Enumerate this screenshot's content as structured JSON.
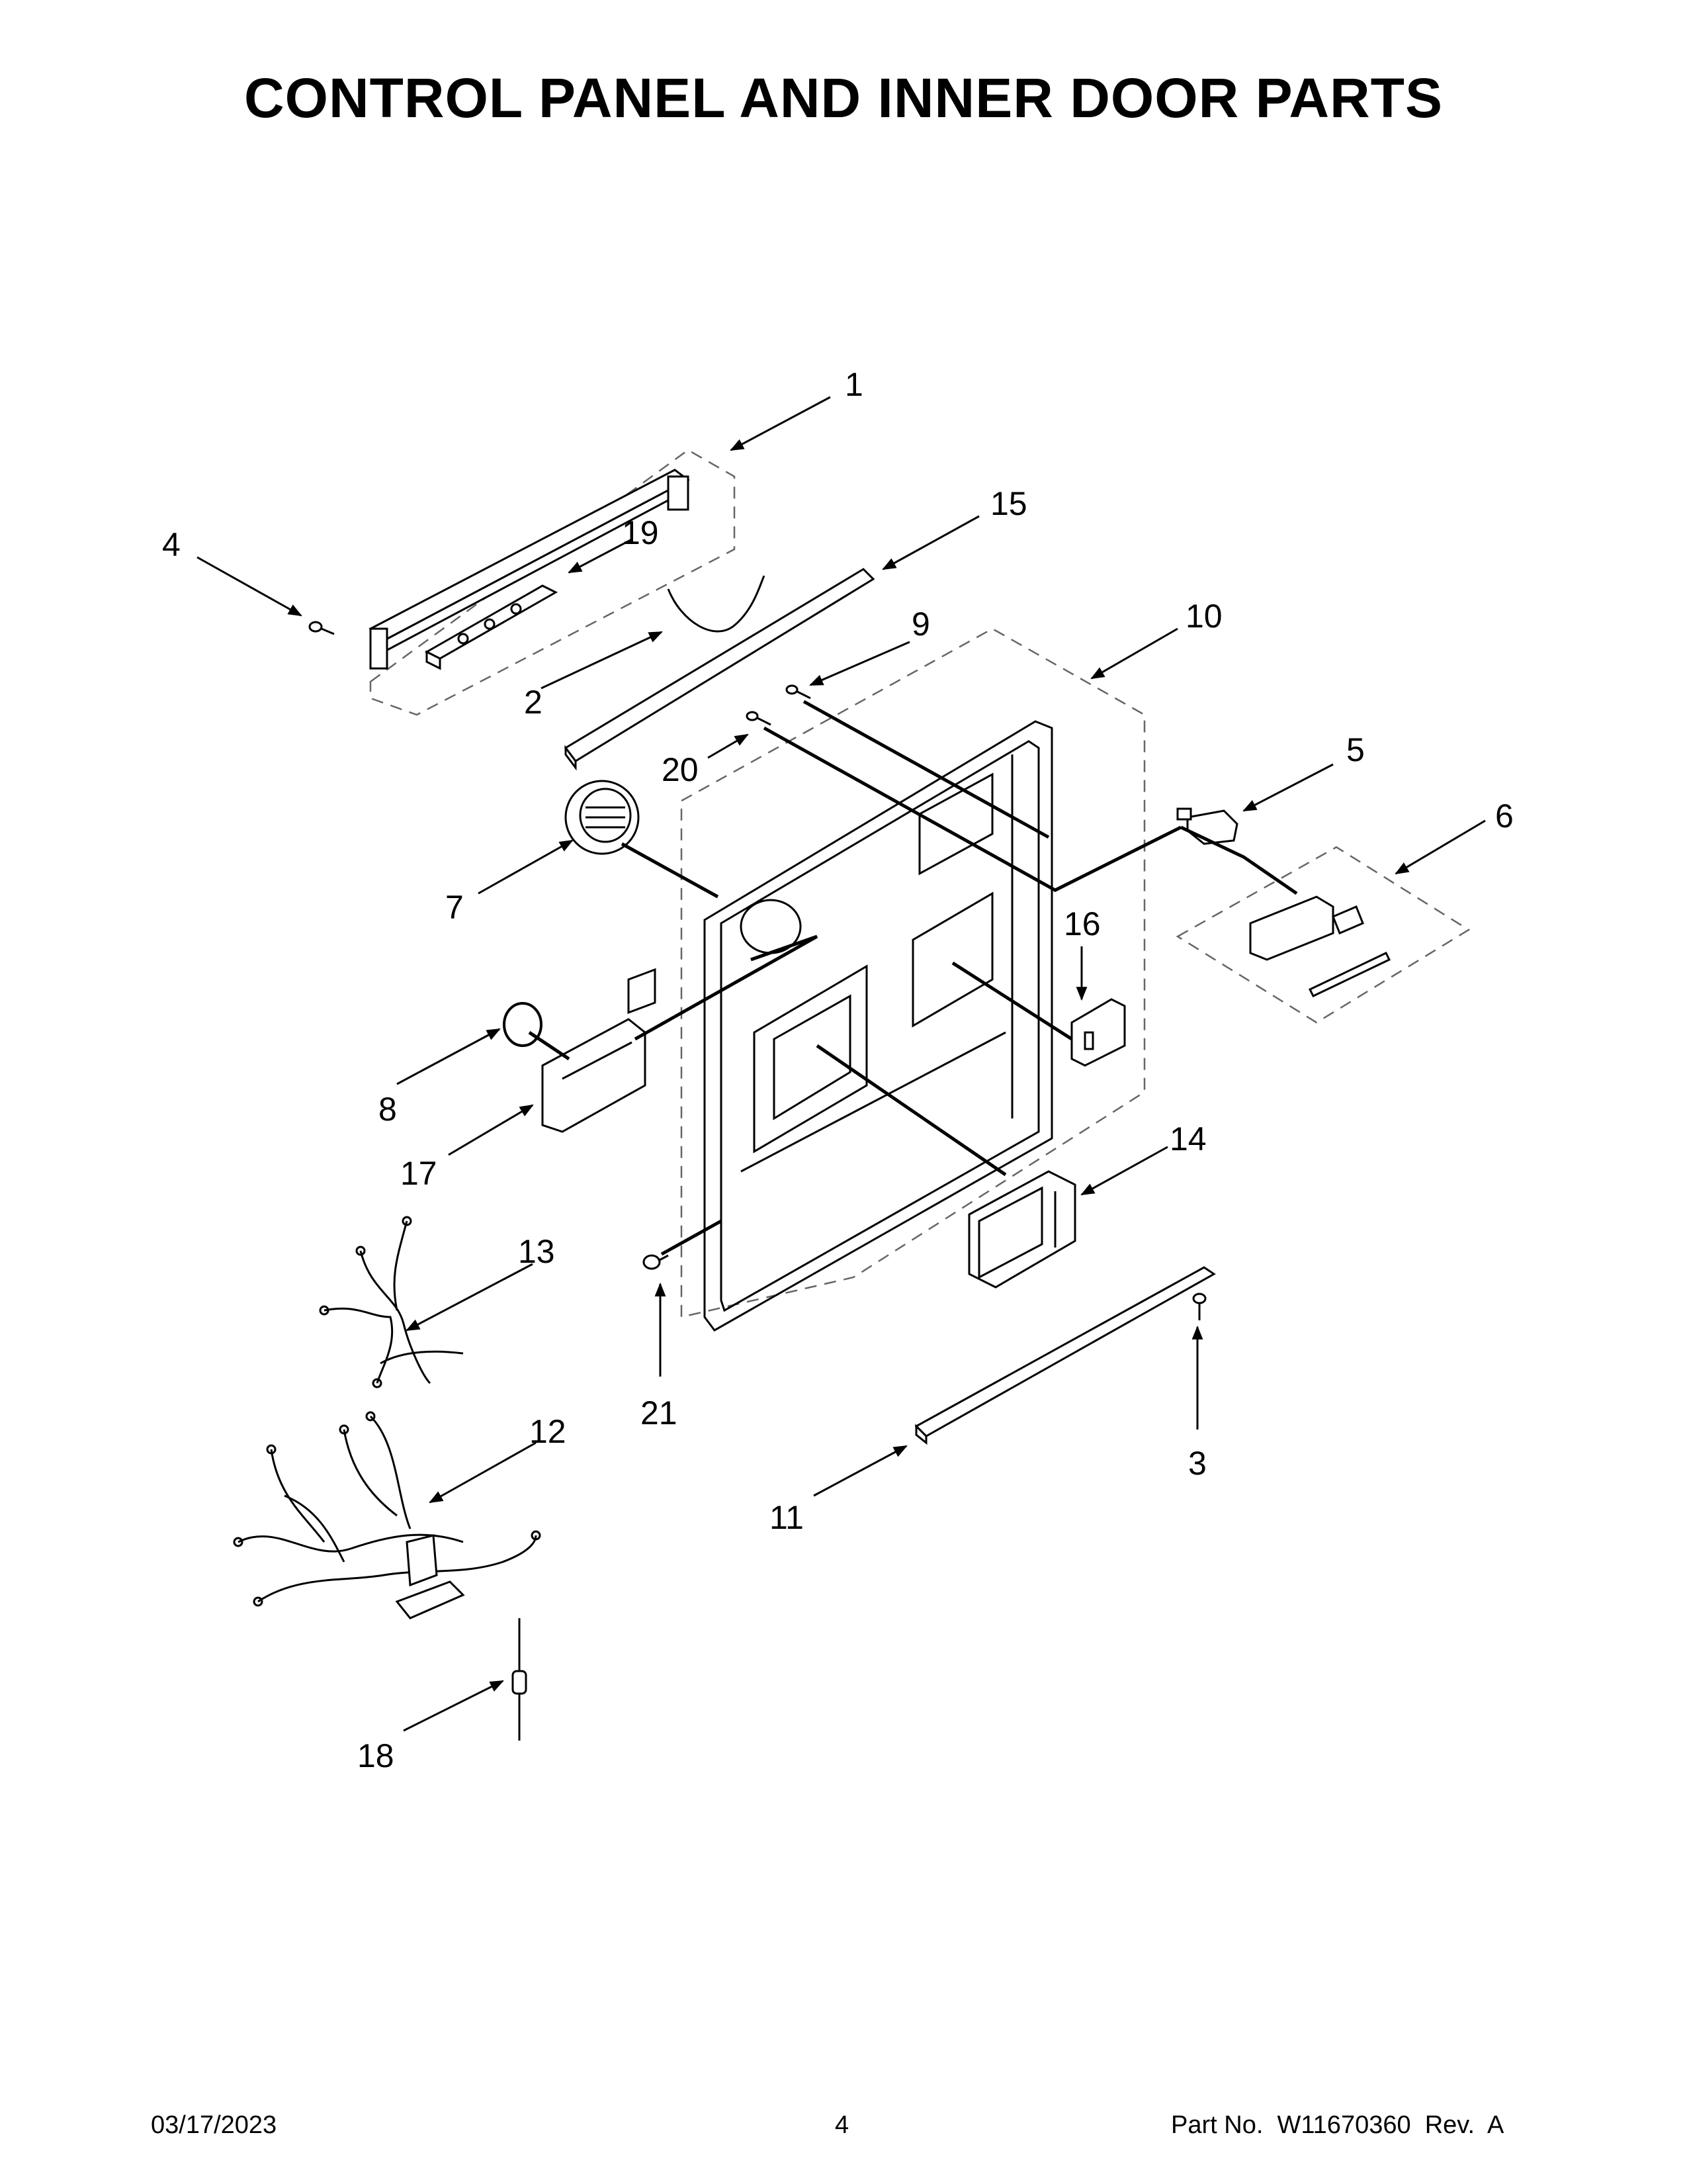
{
  "title": "CONTROL PANEL AND INNER DOOR PARTS",
  "callouts": {
    "c1": "1",
    "c2": "2",
    "c3": "3",
    "c4": "4",
    "c5": "5",
    "c6": "6",
    "c7": "7",
    "c8": "8",
    "c9": "9",
    "c10": "10",
    "c11": "11",
    "c12": "12",
    "c13": "13",
    "c14": "14",
    "c15": "15",
    "c16": "16",
    "c17": "17",
    "c18": "18",
    "c19": "19",
    "c20": "20",
    "c21": "21"
  },
  "footer": {
    "date": "03/17/2023",
    "page": "4",
    "part": "Part No.  W11670360  Rev.  A"
  }
}
